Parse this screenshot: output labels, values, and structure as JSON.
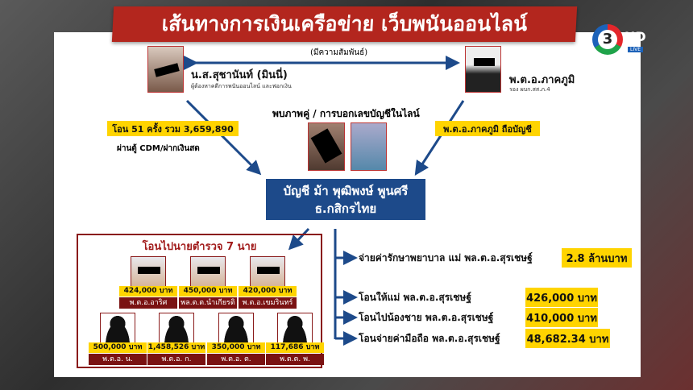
{
  "title": "เส้นทางการเงินเครือข่าย เว็บพนันออนไลน์",
  "channel": {
    "number": "3",
    "hd": "HD",
    "live": "LIVE"
  },
  "relation_label": "(มีความสัมพันธ์)",
  "left_person": {
    "name": "น.ส.สุชานันท์ (มินนี่)",
    "role": "ผู้ต้องหาคดีการพนันออนไลน์ และฟอกเงิน"
  },
  "right_person": {
    "name": "พ.ต.อ.ภาคภูมิ",
    "role": "รอง ผบก.สส.ภ.4"
  },
  "left_transfer": {
    "label": "โอน 51 ครั้ง รวม 3,659,890",
    "note": "ผ่านตู้ CDM/ฝากเงินสด"
  },
  "evidence_label": "พบภาพคู่ / การบอกเลขบัญชีในไลน์",
  "right_transfer": {
    "label": "พ.ต.อ.ภาคภูมิ ถือบัญชี"
  },
  "account": {
    "line1": "บัญชี ม้า พุฒิพงษ์ พูนศรี",
    "line2": "ธ.กสิกรไทย"
  },
  "police": {
    "title": "โอนไปนายตำรวจ 7 นาย",
    "people": [
      {
        "amount": "424,000 บาท",
        "rank": "พ.ต.อ.อาริศ"
      },
      {
        "amount": "450,000 บาท",
        "rank": "พล.ต.ต.นำเกียรติ"
      },
      {
        "amount": "420,000 บาท",
        "rank": "พ.ต.อ.เขมรินทร์"
      },
      {
        "amount": "500,000 บาท",
        "rank": "พ.ต.อ. น."
      },
      {
        "amount": "1,458,526 บาท",
        "rank": "พ.ต.อ. ก."
      },
      {
        "amount": "350,000 บาท",
        "rank": "พ.ต.อ. ต."
      },
      {
        "amount": "117,686 บาท",
        "rank": "พ.ต.ต. พ."
      }
    ]
  },
  "payments": [
    {
      "text": "จ่ายค่ารักษาพยาบาล แม่  พล.ต.อ.สุรเชษฐ์",
      "amount": "2.8 ล้านบาท"
    },
    {
      "text": "โอนให้แม่ พล.ต.อ.สุรเชษฐ์",
      "amount": "426,000 บาท"
    },
    {
      "text": "โอนไปน้องชาย พล.ต.อ.สุรเชษฐ์",
      "amount": "410,000 บาท"
    },
    {
      "text": "โอนจ่ายค่ามือถือ พล.ต.อ.สุรเชษฐ์",
      "amount": "48,682.34 บาท"
    }
  ]
}
